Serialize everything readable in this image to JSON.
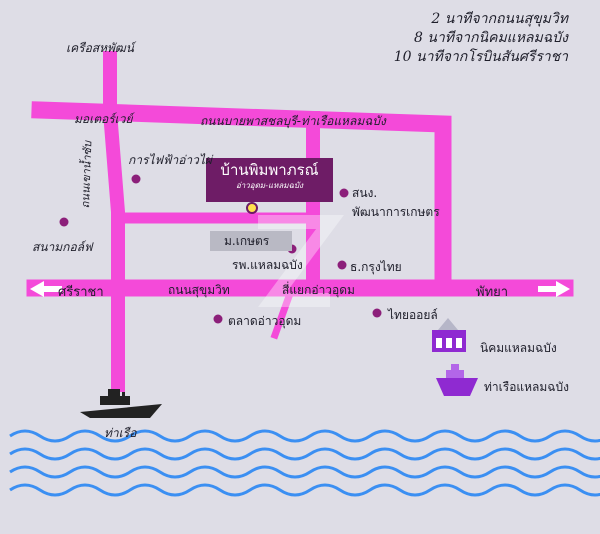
{
  "info_lines": [
    "2 นาทีจากถนนสุขุมวิท",
    "8 นาทีจากนิคมแหลมฉบัง",
    "10 นาทีจากโรบินสันศรีราชา"
  ],
  "place": {
    "title": "บ้านพิมพาภรณ์",
    "subtitle": "อ่าวอุดม-แหลมฉบัง"
  },
  "labels": {
    "cruise": "เครือสหพัฒน์",
    "motorway": "มอเตอร์เวย์",
    "bypass_road": "ถนนบายพาสชลบุรี-ท่าเรือแหลมฉบัง",
    "power_plant": "การไฟฟ้าอ่าวไผ่",
    "water_road": "ถนนเขาน้ำซับ",
    "golf": "สนามกอล์ฟ",
    "kaset": "ม.เกษตร",
    "hospital": "รพ.แหลมฉบัง",
    "sor_nor_kor": "สนง.",
    "agri_dev": "พัฒนาการเกษตร",
    "krungthai": "ธ.กรุงไทย",
    "sriracha": "ศรีราชา",
    "sukhumvit": "ถนนสุขุมวิท",
    "intersection": "สี่แยกอ่าวอุดม",
    "pattaya": "พัทยา",
    "market": "ตลาดอ่าวอุดม",
    "thai_oil": "ไทยออยล์",
    "estate": "นิคมแหลมฉบัง",
    "port": "ท่าเรือแหลมฉบัง",
    "pier": "ท่าเรือ"
  },
  "colors": {
    "road": "#f44ad9",
    "poi": "#8c1f7a",
    "home_box": "#6e1c66",
    "home_dot": "#ffe14d",
    "wave": "#3b8ff2",
    "icon": "#8f2ad1",
    "background": "#dedde6"
  }
}
